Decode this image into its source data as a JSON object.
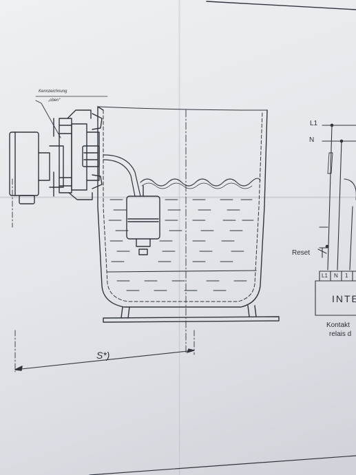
{
  "diagram": {
    "labels": {
      "marking_line1": "Kennzeichnung",
      "marking_line2": "„oben“",
      "dimension": "S*)",
      "line_l1": "L1",
      "line_n": "N",
      "reset": "Reset",
      "terminal_l1": "L1",
      "terminal_n": "N",
      "terminal_1": "1",
      "unit_name": "INTE",
      "caption_line1": "Kontakt",
      "caption_line2": "relais d"
    }
  }
}
